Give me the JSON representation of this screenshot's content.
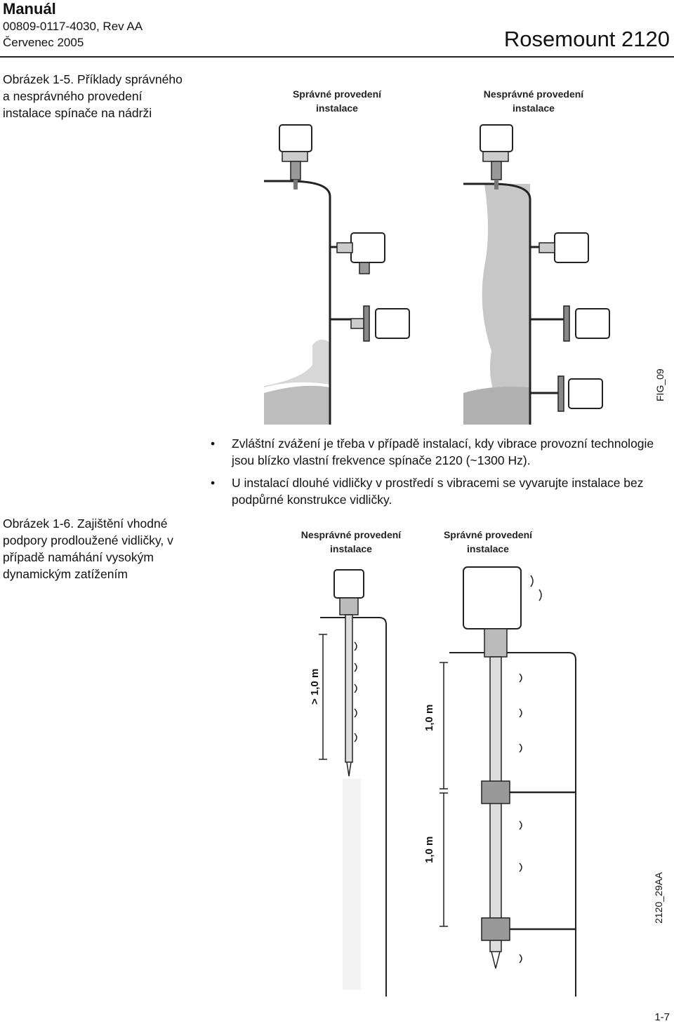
{
  "header": {
    "title": "Manuál",
    "doc_number": "00809-0117-4030, Rev AA",
    "date": "Červenec 2005",
    "product": "Rosemount 2120"
  },
  "figure1": {
    "caption": "Obrázek 1-5. Příklady správného a nesprávného provedení instalace spínače na nádrži",
    "label_left": "Správné provedení instalace",
    "label_right": "Nesprávné provedení instalace",
    "fig_id": "FIG_09"
  },
  "bullets": [
    "Zvláštní zvážení je třeba v případě instalací, kdy vibrace provozní technologie jsou blízko vlastní frekvence spínače 2120 (~1300 Hz).",
    "U instalací dlouhé vidličky v prostředí s vibracemi se vyvarujte instalace bez podpůrné konstrukce vidličky."
  ],
  "figure2": {
    "caption": "Obrázek 1-6. Zajištění vhodné podpory prodloužené vidličky, v případě namáhání vysokým dynamickým zatížením",
    "label_left": "Nesprávné provedení instalace",
    "label_right": "Správné provedení instalace",
    "dim_left": "> 1,0 m",
    "dim_right_upper": "1,0 m",
    "dim_right_lower": "1,0 m",
    "fig_id": "2120_29AA"
  },
  "footer": {
    "page": "1-7"
  }
}
